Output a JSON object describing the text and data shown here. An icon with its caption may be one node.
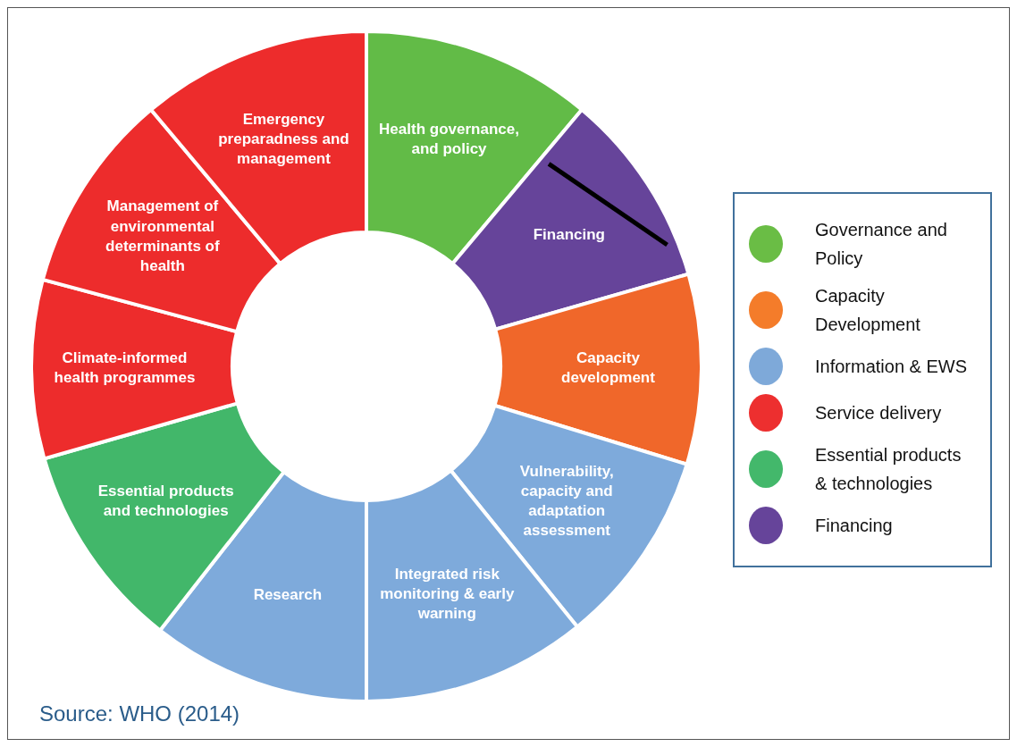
{
  "diagram": {
    "caption": "Source: WHO (2014)",
    "nodes": [
      {
        "text": [
          "Health governance, and policy"
        ]
      },
      {
        "text": [
          "Financing"
        ]
      },
      {
        "text": [
          "Capacity development"
        ]
      },
      {
        "text": [
          "Vulnerability, capacity and adaptation assessment"
        ]
      },
      {
        "text": [
          "Integrated risk monitoring & early warning"
        ]
      },
      {
        "text": [
          "Research"
        ]
      },
      {
        "text": [
          "Essential products and technologies"
        ]
      },
      {
        "text": [
          "Climate-informed health programmes"
        ]
      },
      {
        "text": [
          "Management of environmental determinants of health"
        ]
      },
      {
        "text": [
          "Emergency preparadness and management"
        ]
      }
    ],
    "edges": [],
    "legend": [
      {
        "text": "Governance and Policy",
        "color": "#6abd45"
      },
      {
        "text": "Capacity Development",
        "color": "#f47c2a"
      },
      {
        "text": "Information & EWS",
        "color": "#7ea9d9"
      },
      {
        "text": "Service delivery",
        "color": "#ed2f2f"
      },
      {
        "text": "Essential products & technologies",
        "color": "#43b86b"
      },
      {
        "text": "Financing",
        "color": "#66449a"
      }
    ]
  }
}
